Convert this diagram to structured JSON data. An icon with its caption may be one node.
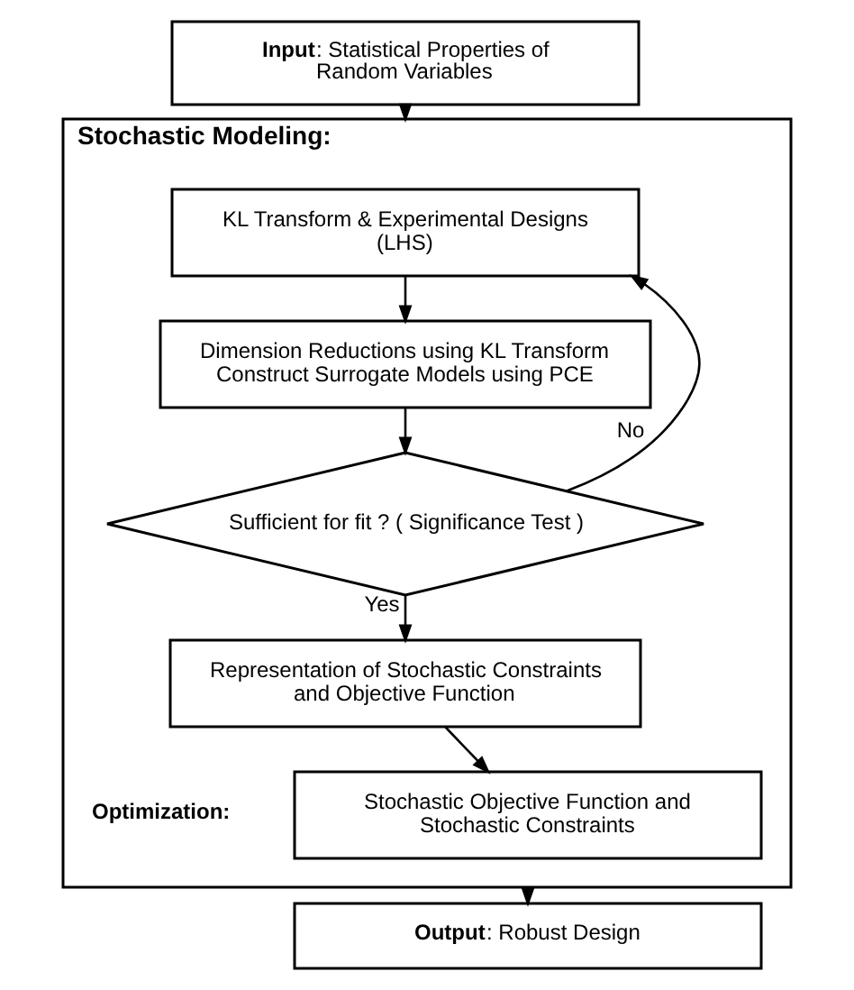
{
  "diagram": {
    "nodes": [
      {
        "text": [
          "**Input**: Statistical Properties of Random Variables"
        ]
      },
      {
        "text": [
          "Stochastic Modeling:"
        ]
      },
      {
        "text": [
          "KL Transform & Experimental Designs (LHS)"
        ],
        "in": 1
      },
      {
        "text": [
          "Dimension Reductions using KL Transform Construct Surrogate Models using PCE"
        ],
        "in": 1
      },
      {
        "text": [
          "Sufficient for fit ? ( Significance Test )"
        ],
        "in": 1
      },
      {
        "text": [
          "Representation of Stochastic Constraints and Objective Function"
        ],
        "in": 1
      },
      {
        "text": [
          "Stochastic Objective Function and Stochastic Constraints"
        ],
        "in": 1
      },
      {
        "text": [
          "**Output**: Robust Design"
        ]
      }
    ],
    "edges": [
      {
        "from": 0,
        "to": 1,
        "arrow": "to"
      },
      {
        "from": 2,
        "to": 3,
        "arrow": "to"
      },
      {
        "from": 3,
        "to": 4,
        "arrow": "to"
      },
      {
        "from": 4,
        "to": 2,
        "arrow": "to",
        "label": "No"
      },
      {
        "from": 4,
        "to": 5,
        "arrow": "to",
        "label": "Yes"
      },
      {
        "from": 5,
        "to": 6,
        "arrow": "to"
      },
      {
        "from": 1,
        "to": 7,
        "arrow": "to"
      }
    ],
    "labels": [
      "Optimization:"
    ]
  }
}
